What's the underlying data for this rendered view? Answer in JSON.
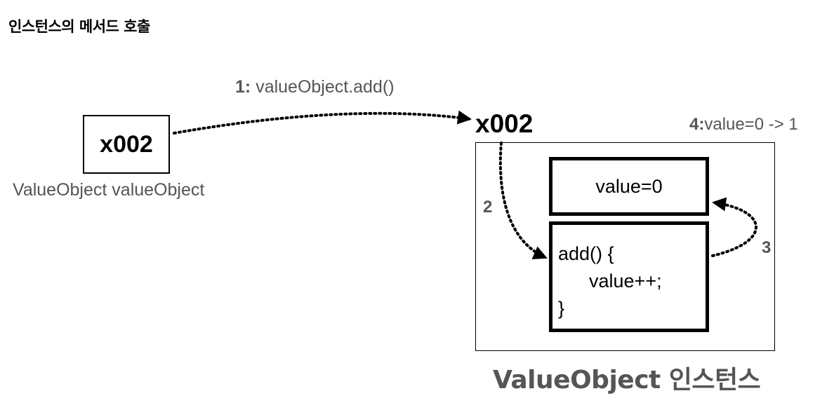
{
  "title": "인스턴스의 메서드 호출",
  "reference": {
    "address": "x002",
    "caption": "ValueObject valueObject"
  },
  "call_step": {
    "number": "1:",
    "text": "valueObject.add()"
  },
  "instance": {
    "address": "x002",
    "field": "value=0",
    "method_lines": [
      "add() {",
      "value++;",
      "}"
    ],
    "caption": "ValueObject 인스턴스"
  },
  "steps": {
    "step2": "2",
    "step3": "3",
    "step4_number": "4:",
    "step4_text": "value=0 -> 1"
  }
}
